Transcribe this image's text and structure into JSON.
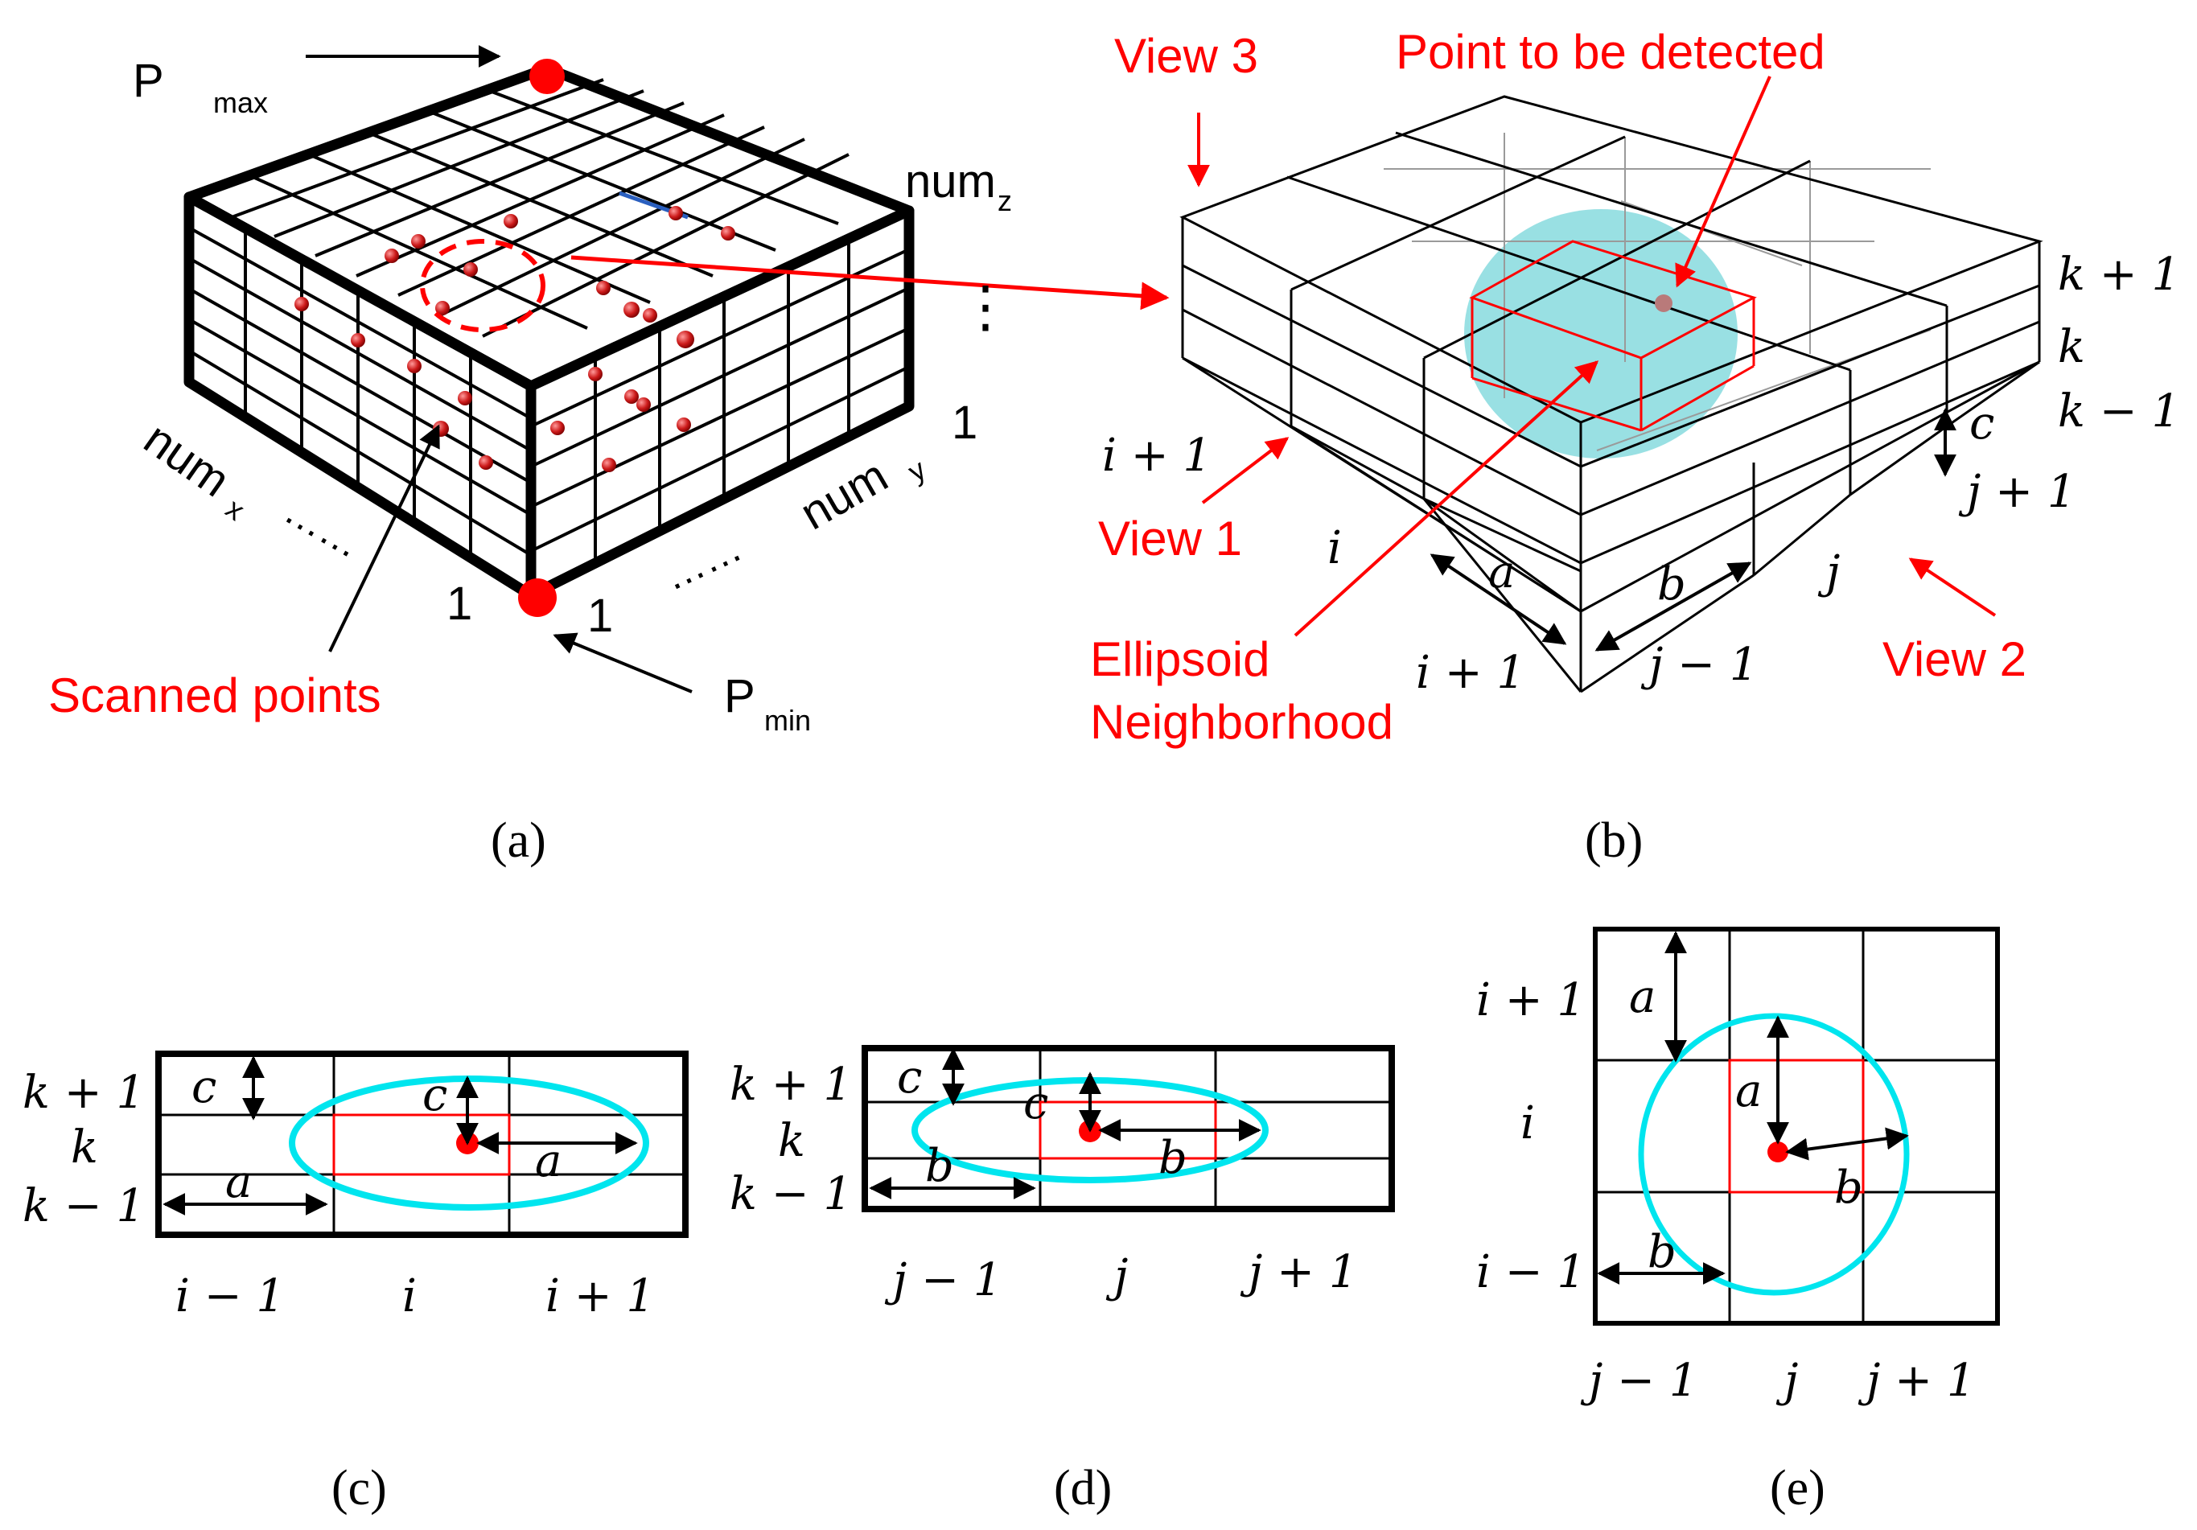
{
  "colors": {
    "annotation": "#ff0000",
    "ellipse_outline": "#00e5ee",
    "ellipsoid_fill": "#7fd8dc",
    "point": "#ff0000",
    "grid": "#000000"
  },
  "panel_a": {
    "caption": "(a)",
    "pmax": "P",
    "pmax_sub": "max",
    "pmin": "P",
    "pmin_sub": "min",
    "numx": "num",
    "numx_sub": "x",
    "numy": "num",
    "numy_sub": "y",
    "numz": "num",
    "numz_sub": "z",
    "dots_x": "……",
    "dots_y": "……",
    "dots_z": "⋮",
    "one_x": "1",
    "one_y": "1",
    "one_z": "1",
    "scanned": "Scanned points"
  },
  "panel_b": {
    "caption": "(b)",
    "view1": "View 1",
    "view2": "View 2",
    "view3": "View 3",
    "point_label": "Point to be detected",
    "ellipsoid_line1": "Ellipsoid",
    "ellipsoid_line2": "Neighborhood",
    "k_plus": "k + 1",
    "k": "k",
    "k_minus": "k − 1",
    "i_plus_top": "i + 1",
    "i": "i",
    "i_plus_bottom": "i + 1",
    "j_plus": "j + 1",
    "j": "j",
    "j_minus": "j − 1",
    "a": "a",
    "b": "b",
    "c": "c"
  },
  "panel_c": {
    "caption": "(c)",
    "k_plus": "k + 1",
    "k": "k",
    "k_minus": "k − 1",
    "i_minus": "i − 1",
    "i": "i",
    "i_plus": "i + 1",
    "a_left": "a",
    "a_right": "a",
    "c_left": "c",
    "c_inner": "c"
  },
  "panel_d": {
    "caption": "(d)",
    "k_plus": "k + 1",
    "k": "k",
    "k_minus": "k − 1",
    "j_minus": "j − 1",
    "j": "j",
    "j_plus": "j + 1",
    "b_left": "b",
    "b_right": "b",
    "c_left": "c",
    "c_inner": "c"
  },
  "panel_e": {
    "caption": "(e)",
    "i_plus": "i + 1",
    "i": "i",
    "i_minus": "i − 1",
    "j_minus": "j − 1",
    "j": "j",
    "j_plus": "j + 1",
    "a_top": "a",
    "a_inner": "a",
    "b_left": "b",
    "b_inner": "b"
  }
}
